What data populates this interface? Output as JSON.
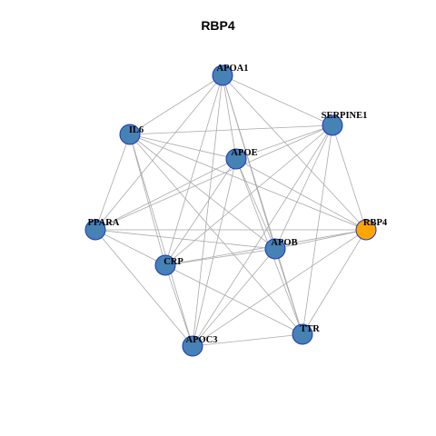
{
  "title": "RBP4",
  "colors": {
    "default_node": "#4682b4",
    "default_node_border": "#1c36c4",
    "query_node": "#ffa500",
    "query_node_border": "#1c36c4",
    "edge": "#a9a9a9"
  },
  "nodes": [
    {
      "id": "APOA1",
      "label": "APOA1",
      "query": false
    },
    {
      "id": "SERPINE1",
      "label": "SERPINE1",
      "query": false
    },
    {
      "id": "IL6",
      "label": "IL6",
      "query": false
    },
    {
      "id": "APOE",
      "label": "APOE",
      "query": false
    },
    {
      "id": "PPARA",
      "label": "PPARA",
      "query": false
    },
    {
      "id": "RBP4",
      "label": "RBP4",
      "query": true
    },
    {
      "id": "APOB",
      "label": "APOB",
      "query": false
    },
    {
      "id": "CRP",
      "label": "CRP",
      "query": false
    },
    {
      "id": "TTR",
      "label": "TTR",
      "query": false
    },
    {
      "id": "APOC3",
      "label": "APOC3",
      "query": false
    }
  ],
  "edges": [
    [
      "APOA1",
      "SERPINE1"
    ],
    [
      "APOA1",
      "IL6"
    ],
    [
      "APOA1",
      "APOE"
    ],
    [
      "APOA1",
      "PPARA"
    ],
    [
      "APOA1",
      "RBP4"
    ],
    [
      "APOA1",
      "APOB"
    ],
    [
      "APOA1",
      "CRP"
    ],
    [
      "APOA1",
      "TTR"
    ],
    [
      "APOA1",
      "APOC3"
    ],
    [
      "SERPINE1",
      "IL6"
    ],
    [
      "SERPINE1",
      "APOE"
    ],
    [
      "SERPINE1",
      "PPARA"
    ],
    [
      "SERPINE1",
      "RBP4"
    ],
    [
      "SERPINE1",
      "APOB"
    ],
    [
      "SERPINE1",
      "CRP"
    ],
    [
      "SERPINE1",
      "TTR"
    ],
    [
      "SERPINE1",
      "APOC3"
    ],
    [
      "IL6",
      "APOE"
    ],
    [
      "IL6",
      "PPARA"
    ],
    [
      "IL6",
      "RBP4"
    ],
    [
      "IL6",
      "APOB"
    ],
    [
      "IL6",
      "CRP"
    ],
    [
      "IL6",
      "TTR"
    ],
    [
      "IL6",
      "APOC3"
    ],
    [
      "APOE",
      "PPARA"
    ],
    [
      "APOE",
      "RBP4"
    ],
    [
      "APOE",
      "APOB"
    ],
    [
      "APOE",
      "CRP"
    ],
    [
      "APOE",
      "TTR"
    ],
    [
      "APOE",
      "APOC3"
    ],
    [
      "PPARA",
      "RBP4"
    ],
    [
      "PPARA",
      "APOB"
    ],
    [
      "PPARA",
      "CRP"
    ],
    [
      "PPARA",
      "APOC3"
    ],
    [
      "RBP4",
      "APOB"
    ],
    [
      "RBP4",
      "CRP"
    ],
    [
      "RBP4",
      "TTR"
    ],
    [
      "RBP4",
      "APOC3"
    ],
    [
      "APOB",
      "CRP"
    ],
    [
      "APOB",
      "TTR"
    ],
    [
      "APOB",
      "APOC3"
    ],
    [
      "CRP",
      "TTR"
    ],
    [
      "CRP",
      "APOC3"
    ],
    [
      "TTR",
      "APOC3"
    ]
  ]
}
